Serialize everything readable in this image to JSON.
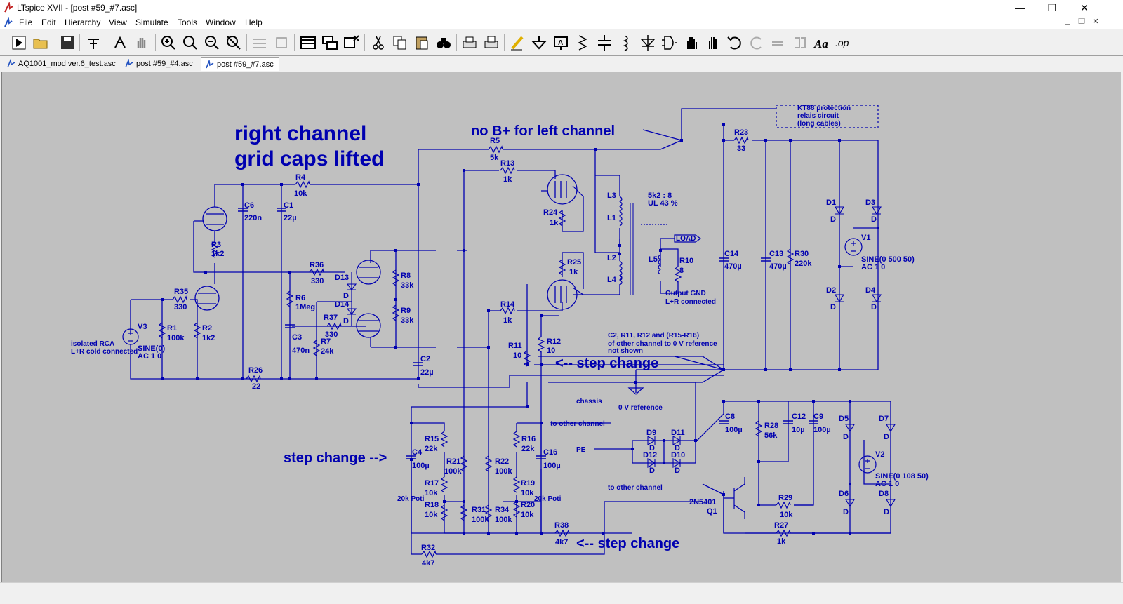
{
  "window": {
    "title": "LTspice XVII - [post #59_#7.asc]",
    "controls": {
      "minimize": "—",
      "restore": "❐",
      "close": "✕"
    }
  },
  "menu": {
    "items": [
      "File",
      "Edit",
      "Hierarchy",
      "View",
      "Simulate",
      "Tools",
      "Window",
      "Help"
    ],
    "mdi": {
      "minimize": "_",
      "restore": "❐",
      "close": "✕"
    }
  },
  "toolbar": {
    "buttons": [
      "run-icon",
      "open-icon",
      "save-icon",
      "control-panel-icon",
      "halt-icon",
      "pan-icon",
      "zoom-in-icon",
      "zoom-back-icon",
      "zoom-out-icon",
      "zoom-fit-icon",
      "autorange-icon",
      "mark-unref-icon",
      "tile-icon",
      "cascade-icon",
      "close-win-icon",
      "cut-icon",
      "copy-icon",
      "paste-icon",
      "find-icon",
      "print-icon",
      "print-preview-icon",
      "draw-wire-icon",
      "ground-icon",
      "label-net-icon",
      "resistor-icon",
      "capacitor-icon",
      "inductor-icon",
      "diode-icon",
      "component-icon",
      "move-icon",
      "drag-icon",
      "undo-icon",
      "redo-icon",
      "rotate-icon",
      "mirror-icon",
      "text-icon",
      "spice-directive-icon"
    ],
    "spice_directive_label": ".op",
    "text_label": "Aa"
  },
  "tabs": [
    {
      "label": "AQ1001_mod ver.6_test.asc",
      "active": false
    },
    {
      "label": "post #59_#4.asc",
      "active": false
    },
    {
      "label": "post #59_#7.asc",
      "active": true
    }
  ],
  "schematic": {
    "colors": {
      "wire": "#0000b0",
      "background": "#c0c0c0",
      "text": "#0000b0"
    },
    "headline_1": "right channel",
    "headline_2": "grid caps lifted",
    "no_bplus": "no B+ for left channel",
    "step_change_right_1": "<-- step change",
    "step_change_right_2": "<-- step change",
    "step_change_left": "step change -->",
    "kt88_note_1": "KT88 protection",
    "kt88_note_2": "relais circuit",
    "kt88_note_3": "(long cables)",
    "transformer_1": "5k2 : 8",
    "transformer_2": "UL 43 %",
    "load_label": "LOAD",
    "output_gnd_1": "Output GND",
    "output_gnd_2": "L+R connected",
    "c2_note_1": "C2, R11, R12 and (R15-R16)",
    "c2_note_2": "of other channel to 0 V reference",
    "c2_note_3": "not shown",
    "isolated_1": "isolated RCA",
    "isolated_2": "L+R cold connected",
    "chassis": "chassis",
    "zero_v_ref": "0 V reference",
    "to_other_channel_1": "to other channel",
    "to_other_channel_2": "to other channel",
    "pe": "PE",
    "poti_1": "20k Poti",
    "poti_2": "20k Poti",
    "components": {
      "R5": [
        "R5",
        "5k"
      ],
      "R13": [
        "R13",
        "1k"
      ],
      "R4": [
        "R4",
        "10k"
      ],
      "R23": [
        "R23",
        "33"
      ],
      "C6": [
        "C6",
        "220n"
      ],
      "C1": [
        "C1",
        "22µ"
      ],
      "R3": [
        "R3",
        "1k2"
      ],
      "R24": [
        "R24",
        "1k"
      ],
      "R35": [
        "R35",
        "330"
      ],
      "R1": [
        "R1",
        "100k"
      ],
      "R2": [
        "R2",
        "1k2"
      ],
      "R36": [
        "R36",
        "330"
      ],
      "R6": [
        "R6",
        "1Meg"
      ],
      "R37": [
        "R37",
        "330"
      ],
      "R7": [
        "R7",
        "24k"
      ],
      "C3": [
        "C3",
        "470n"
      ],
      "R8": [
        "R8",
        "33k"
      ],
      "R9": [
        "R9",
        "33k"
      ],
      "R25": [
        "R25",
        "1k"
      ],
      "R14": [
        "R14",
        "1k"
      ],
      "R11": [
        "R11",
        "10"
      ],
      "R12": [
        "R12",
        "10"
      ],
      "C2": [
        "C2",
        "22µ"
      ],
      "R26": [
        "R26",
        "22"
      ],
      "R10": [
        "R10",
        "8"
      ],
      "C14": [
        "C14",
        "470µ"
      ],
      "C13": [
        "C13",
        "470µ"
      ],
      "R30": [
        "R30",
        "220k"
      ],
      "V1": [
        "V1",
        "SINE(0 500 50)",
        "AC 1 0"
      ],
      "V3": [
        "V3",
        "SINE(0)",
        "AC 1 0"
      ],
      "R15": [
        "R15",
        "22k"
      ],
      "R21": [
        "R21",
        "100k"
      ],
      "R22": [
        "R22",
        "100k"
      ],
      "R16": [
        "R16",
        "22k"
      ],
      "C16": [
        "C16",
        "100µ"
      ],
      "C4": [
        "C4",
        "100µ"
      ],
      "R17": [
        "R17",
        "10k"
      ],
      "R18": [
        "R18",
        "10k"
      ],
      "R31": [
        "R31",
        "100k"
      ],
      "R34": [
        "R34",
        "100k"
      ],
      "R19": [
        "R19",
        "10k"
      ],
      "R20": [
        "R20",
        "10k"
      ],
      "R38": [
        "R38",
        "4k7"
      ],
      "R32": [
        "R32",
        "4k7"
      ],
      "C8": [
        "C8",
        "100µ"
      ],
      "R28": [
        "R28",
        "56k"
      ],
      "C12": [
        "C12",
        "10µ"
      ],
      "C9": [
        "C9",
        "100µ"
      ],
      "V2": [
        "V2",
        "SINE(0 108 50)",
        "AC 1 0"
      ],
      "R29": [
        "R29",
        "10k"
      ],
      "R27": [
        "R27",
        "1k"
      ],
      "Q1": [
        "2N5401",
        "Q1"
      ]
    },
    "diodes": [
      "D1",
      "D2",
      "D3",
      "D4",
      "D5",
      "D6",
      "D7",
      "D8",
      "D9",
      "D10",
      "D11",
      "D12",
      "D13",
      "D14"
    ],
    "inductors": [
      "L3",
      "L1",
      "L2",
      "L4",
      "L5"
    ],
    "diode_value": "D"
  }
}
